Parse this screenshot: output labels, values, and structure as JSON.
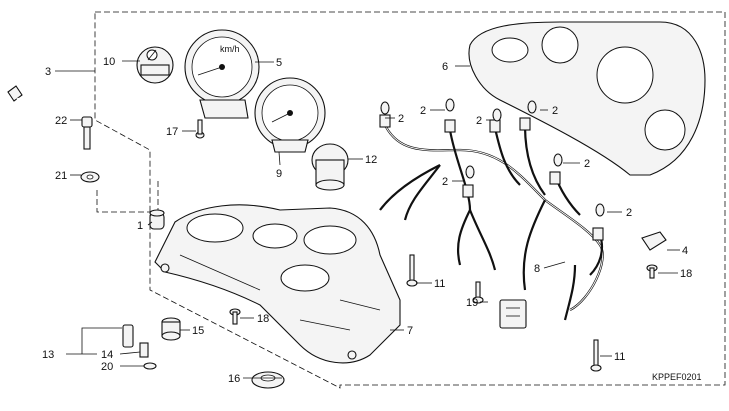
{
  "diagram": {
    "ref_code": "KPPEF0201",
    "callouts": {
      "c1": "1",
      "c2a": "2",
      "c2b": "2",
      "c2c": "2",
      "c2d": "2",
      "c2e": "2",
      "c2f": "2",
      "c2g": "2",
      "c3": "3",
      "c4": "4",
      "c5": "5",
      "c6": "6",
      "c7": "7",
      "c8": "8",
      "c9": "9",
      "c10": "10",
      "c11a": "11",
      "c11b": "11",
      "c12": "12",
      "c13": "13",
      "c14": "14",
      "c15": "15",
      "c16": "16",
      "c17": "17",
      "c18a": "18",
      "c18b": "18",
      "c19": "19",
      "c20": "20",
      "c21": "21",
      "c22": "22"
    },
    "gauge_text": {
      "speed_unit": "km/h"
    }
  }
}
